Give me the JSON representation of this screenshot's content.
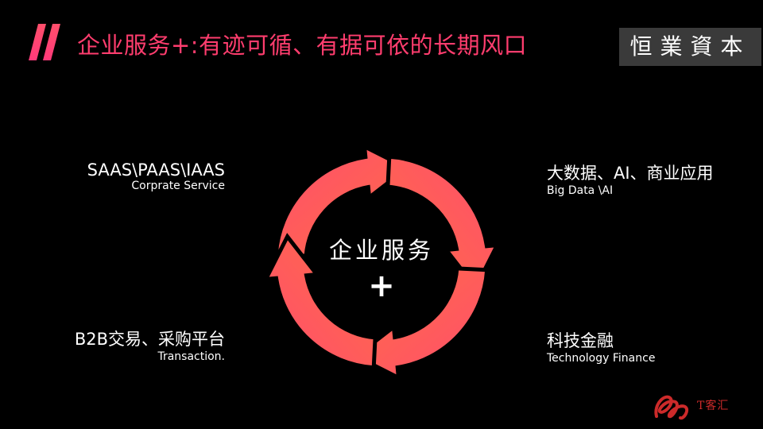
{
  "header": {
    "title": "企业服务+:有迹可循、有据可依的长期风口",
    "brand": "恒業資本"
  },
  "cycle": {
    "center_label": "企业服务",
    "center_plus": "+"
  },
  "quadrants": {
    "top_left": {
      "main": "SAAS\\PAAS\\IAAS",
      "sub": "Corprate Service"
    },
    "top_right": {
      "main": "大数据、AI、商业应用",
      "sub": "Big Data \\AI"
    },
    "bottom_left": {
      "main": "B2B交易、采购平台",
      "sub": "Transaction."
    },
    "bottom_right": {
      "main": "科技金融",
      "sub": "Technology Finance"
    }
  },
  "watermark": {
    "text": "T客汇"
  },
  "colors": {
    "accent": "#ff3d6e",
    "arrow_start": "#ff4f6b",
    "arrow_end": "#ff6b48",
    "brand_bg": "#3a3a3a"
  }
}
